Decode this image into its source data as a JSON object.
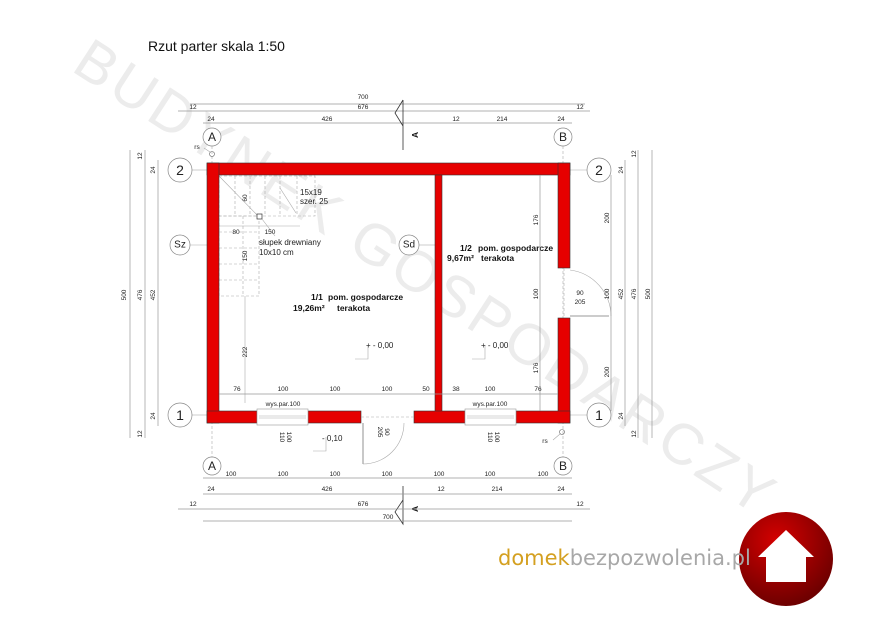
{
  "title": "Rzut parter skala 1:50",
  "watermark": "BUDYNEK GOSPODARCZY",
  "axes": {
    "a": "A",
    "b": "B",
    "one": "1",
    "two": "2",
    "sz": "Sz",
    "sd": "Sd"
  },
  "rs": "rs",
  "rooms": [
    {
      "number": "1/1",
      "name": "pom. gospodarcze",
      "area": "19,26m²",
      "floor": "terakota"
    },
    {
      "number": "1/2",
      "name": "pom. gospodarcze",
      "area": "9,67m²",
      "floor": "terakota"
    }
  ],
  "levels": {
    "room1": "+ - 0,00",
    "room2": "+ - 0,00",
    "outside": "- 0,10"
  },
  "stairs": {
    "steps": "15x19",
    "width": "szer. 25",
    "d60": "60",
    "d80": "80",
    "d150a": "150",
    "d150b": "150",
    "d222": "222"
  },
  "post": {
    "line1": "słupek drewniany",
    "line2": "10x10 cm"
  },
  "window": {
    "sill": "wys.par.100",
    "w": "100",
    "h": "110"
  },
  "door": {
    "w": "90",
    "h": "205"
  },
  "section": "A",
  "dims": {
    "overall": "700",
    "inner": "676",
    "wall12": "12",
    "wall24": "24",
    "left_room": "426",
    "right_room": "214",
    "module": "100",
    "i76": "76",
    "i50": "50",
    "i38": "38",
    "r176": "176",
    "r100": "100",
    "o200": "200",
    "v500": "500",
    "v476": "476",
    "v452": "452"
  },
  "logo": {
    "part1": "domek",
    "part2": "bezpozwolenia.pl"
  },
  "colors": {
    "wall": "#e60000",
    "logo_gold": "#d4a020",
    "badge": "#b00000"
  }
}
